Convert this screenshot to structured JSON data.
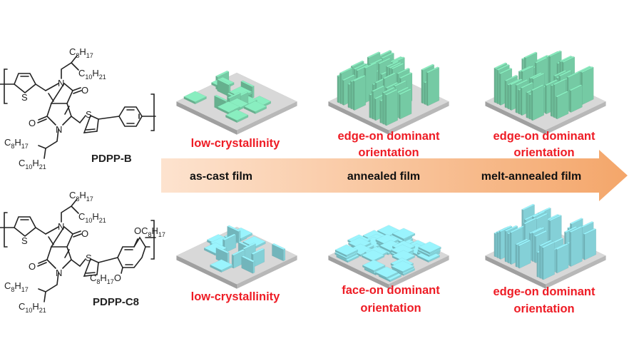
{
  "polymers": [
    {
      "name": "PDPP-B",
      "chain_top_1": "C8H17",
      "chain_top_2": "C10H21",
      "chain_bot_1": "C8H17",
      "chain_bot_2": "C10H21",
      "atoms": {
        "s1": "S",
        "s2": "S",
        "n1": "N",
        "n2": "N",
        "o1": "O",
        "o2": "O"
      }
    },
    {
      "name": "PDPP-C8",
      "chain_top_1": "C8H17",
      "chain_top_2": "C10H21",
      "chain_bot_1": "C8H17",
      "chain_bot_2": "C10H21",
      "alkoxy_1": "OC8H17",
      "alkoxy_2": "C8H17O",
      "atoms": {
        "s1": "S",
        "s2": "S",
        "n1": "N",
        "n2": "N",
        "o1": "O",
        "o2": "O"
      }
    }
  ],
  "arrow": {
    "stages": [
      "as-cast film",
      "annealed film",
      "melt-annealed film"
    ],
    "color_start": "#fde3cf",
    "color_end": "#f4a66a"
  },
  "top_row": {
    "color": "#7fdcb2",
    "labels": [
      [
        "low-crystallinity"
      ],
      [
        "edge-on dominant",
        "orientation"
      ],
      [
        "edge-on dominant",
        "orientation"
      ]
    ],
    "morphology": [
      "random",
      "edge-on",
      "edge-on"
    ]
  },
  "bottom_row": {
    "color": "#8fe2ea",
    "labels": [
      [
        "low-crystallinity"
      ],
      [
        "face-on dominant",
        "orientation"
      ],
      [
        "edge-on dominant",
        "orientation"
      ]
    ],
    "morphology": [
      "random",
      "face-on",
      "edge-on"
    ]
  }
}
